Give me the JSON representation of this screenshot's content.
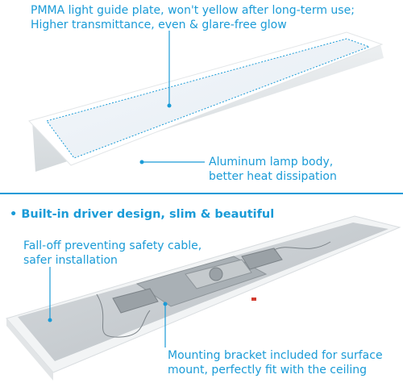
{
  "top": {
    "callout_1_line_1": "PMMA light guide plate, won't yellow after long-term use;",
    "callout_1_line_2": "Higher transmittance, even & glare-free glow",
    "callout_2_line_1": "Aluminum lamp body,",
    "callout_2_line_2": "better heat dissipation"
  },
  "bottom": {
    "heading": "• Built-in driver design, slim & beautiful",
    "callout_3_line_1": "Fall-off preventing safety cable,",
    "callout_3_line_2": "safer installation",
    "callout_4_line_1": "Mounting bracket included for surface",
    "callout_4_line_2": "mount, perfectly fit with the ceiling"
  },
  "colors": {
    "accent": "#1a9bd7",
    "panel_white": "#ffffff",
    "panel_edge": "#dfe3e6",
    "panel_back": "#c9ced2"
  }
}
